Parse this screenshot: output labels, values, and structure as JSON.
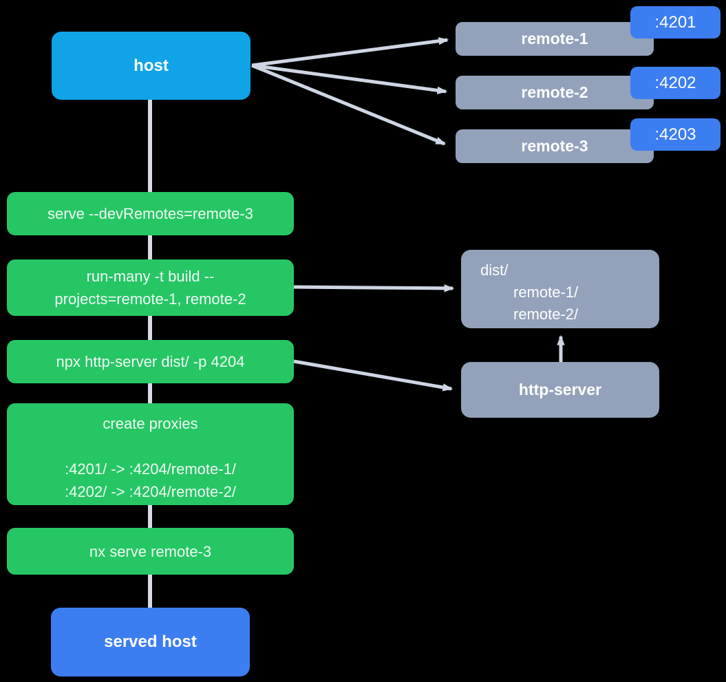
{
  "diagram": {
    "colors": {
      "background": "#000000",
      "host_fill": "#10A3E8",
      "remote_fill": "#93A2BA",
      "badge_fill": "#3C7EF2",
      "served_host_fill": "#3C7EF2",
      "command_fill": "#26C665",
      "connector_line": "#D7DBE7",
      "arrow": "#CED5E3",
      "text": "#FFFFFF"
    },
    "nodes": {
      "host": {
        "label": "host"
      },
      "served_host": {
        "label": "served host"
      },
      "remotes": [
        {
          "label": "remote-1",
          "port": ":4201"
        },
        {
          "label": "remote-2",
          "port": ":4202"
        },
        {
          "label": "remote-3",
          "port": ":4203"
        }
      ],
      "commands": [
        {
          "lines": [
            "serve --devRemotes=remote-3"
          ]
        },
        {
          "lines": [
            "run-many -t build --",
            "projects=remote-1, remote-2"
          ]
        },
        {
          "lines": [
            "npx http-server dist/ -p 4204"
          ]
        },
        {
          "title": "create proxies",
          "lines": [
            ":4201/ -> :4204/remote-1/",
            ":4202/ -> :4204/remote-2/"
          ]
        },
        {
          "lines": [
            "nx serve remote-3"
          ]
        }
      ],
      "dist": {
        "lines": [
          "dist/",
          "remote-1/",
          "remote-2/"
        ]
      },
      "http_server": {
        "label": "http-server"
      }
    },
    "edges": [
      "host -> remote-1",
      "host -> remote-2",
      "host -> remote-3",
      "host -> served host (pipeline)",
      "run-many -> dist/",
      "npx http-server -> http-server",
      "http-server -> dist/"
    ]
  }
}
